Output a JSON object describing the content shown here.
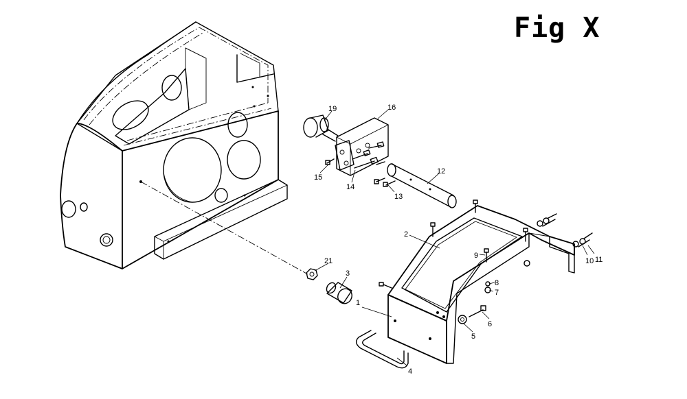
{
  "figure": {
    "title": "Fig X"
  },
  "callouts": [
    {
      "id": "c1",
      "label": "1"
    },
    {
      "id": "c2",
      "label": "2"
    },
    {
      "id": "c3",
      "label": "3"
    },
    {
      "id": "c4",
      "label": "4"
    },
    {
      "id": "c5",
      "label": "5"
    },
    {
      "id": "c6",
      "label": "6"
    },
    {
      "id": "c7",
      "label": "7"
    },
    {
      "id": "c8",
      "label": "8"
    },
    {
      "id": "c9",
      "label": "9"
    },
    {
      "id": "c10",
      "label": "10"
    },
    {
      "id": "c11",
      "label": "11"
    },
    {
      "id": "c12",
      "label": "12"
    },
    {
      "id": "c13",
      "label": "13"
    },
    {
      "id": "c14",
      "label": "14"
    },
    {
      "id": "c15",
      "label": "15"
    },
    {
      "id": "c16",
      "label": "16"
    },
    {
      "id": "c19",
      "label": "19"
    },
    {
      "id": "c21",
      "label": "21"
    }
  ]
}
